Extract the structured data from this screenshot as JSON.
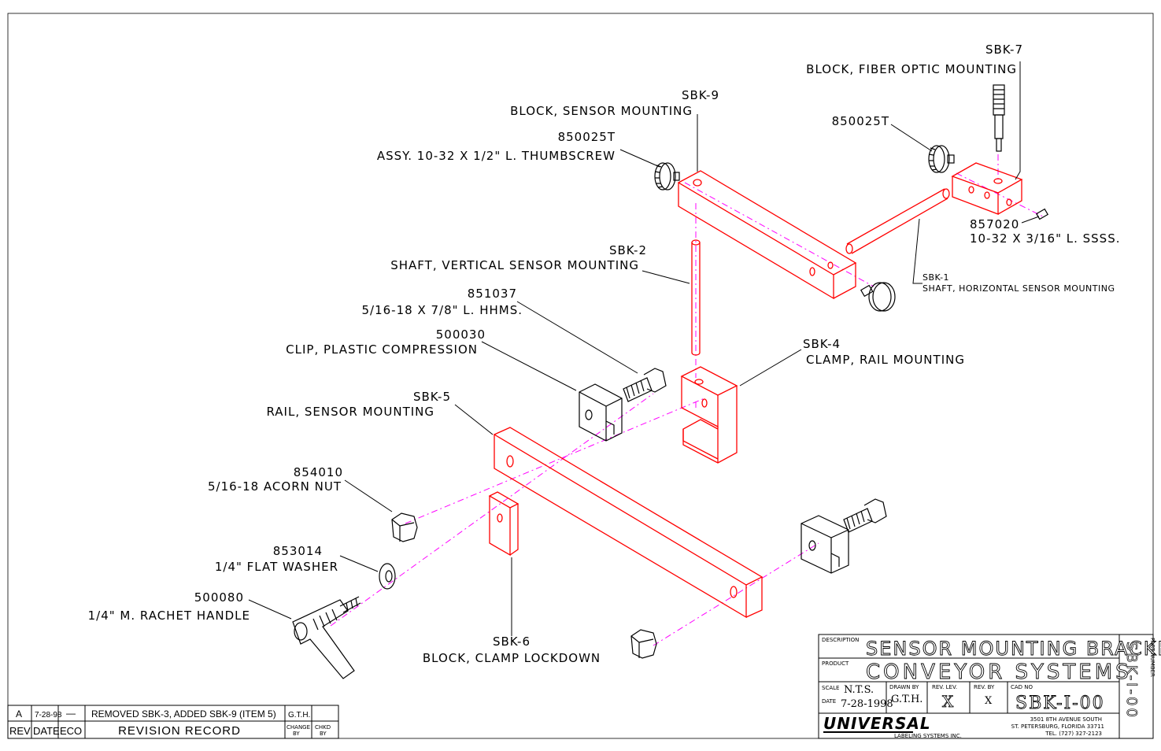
{
  "parts": {
    "sbk7": {
      "id": "SBK-7",
      "desc": "BLOCK, FIBER OPTIC MOUNTING"
    },
    "sbk9": {
      "id": "SBK-9",
      "desc": "BLOCK, SENSOR MOUNTING"
    },
    "t850025_left": {
      "id": "850025T",
      "desc": "ASSY. 10-32 X 1/2\" L. THUMBSCREW"
    },
    "t850025_right": {
      "id": "850025T"
    },
    "p857020": {
      "id": "857020",
      "desc": "10-32 X 3/16\" L. SSSS."
    },
    "sbk1": {
      "id": "SBK-1",
      "desc": "SHAFT, HORIZONTAL SENSOR MOUNTING"
    },
    "sbk2": {
      "id": "SBK-2",
      "desc": "SHAFT, VERTICAL SENSOR MOUNTING"
    },
    "p851037": {
      "id": "851037",
      "desc": "5/16-18 X 7/8\" L. HHMS."
    },
    "p500030": {
      "id": "500030",
      "desc": "CLIP, PLASTIC COMPRESSION"
    },
    "sbk4": {
      "id": "SBK-4",
      "desc": "CLAMP, RAIL MOUNTING"
    },
    "sbk5": {
      "id": "SBK-5",
      "desc": "RAIL, SENSOR MOUNTING"
    },
    "p854010": {
      "id": "854010",
      "desc": "5/16-18 ACORN NUT"
    },
    "p853014": {
      "id": "853014",
      "desc": "1/4\" FLAT WASHER"
    },
    "p500080": {
      "id": "500080",
      "desc": "1/4\" M. RACHET HANDLE"
    },
    "sbk6": {
      "id": "SBK-6",
      "desc": "BLOCK, CLAMP LOCKDOWN"
    }
  },
  "title_block": {
    "description_label": "DESCRIPTION",
    "description": "SENSOR MOUNTING BRACKET",
    "product_label": "PRODUCT",
    "product": "CONVEYOR SYSTEMS",
    "scale_label": "SCALE",
    "scale": "N.T.S.",
    "date_label": "DATE",
    "date": "7-28-1998",
    "drawn_by_label": "DRAWN BY",
    "drawn_by": "G.T.H.",
    "rev_lev_label": "REV. LEV.",
    "rev_lev": "X",
    "rev_by_label": "REV. BY",
    "rev_by": "X",
    "cad_no_label": "CAD NO",
    "cad_no": "SBK-I-00",
    "part_number_label": "PART NUMBER",
    "part_number": "SBK-I-00",
    "company": "UNIVERSAL",
    "company_sub": "LABELING SYSTEMS INC.",
    "address1": "3501 8TH AVENUE SOUTH",
    "address2": "ST. PETERSBURG, FLORIDA 33711",
    "phone": "TEL. (727) 327-2123"
  },
  "revision": {
    "rev": "A",
    "date": "7-28-98",
    "eco": "—",
    "description": "REMOVED SBK-3, ADDED SBK-9 (ITEM 5)",
    "change_by": "G.T.H.",
    "headers": {
      "rev": "REV",
      "date": "DATE",
      "eco": "ECO",
      "record": "REVISION RECORD",
      "change": "CHANGE",
      "change2": "BY",
      "chkd": "CHKD",
      "chkd2": "BY"
    }
  }
}
